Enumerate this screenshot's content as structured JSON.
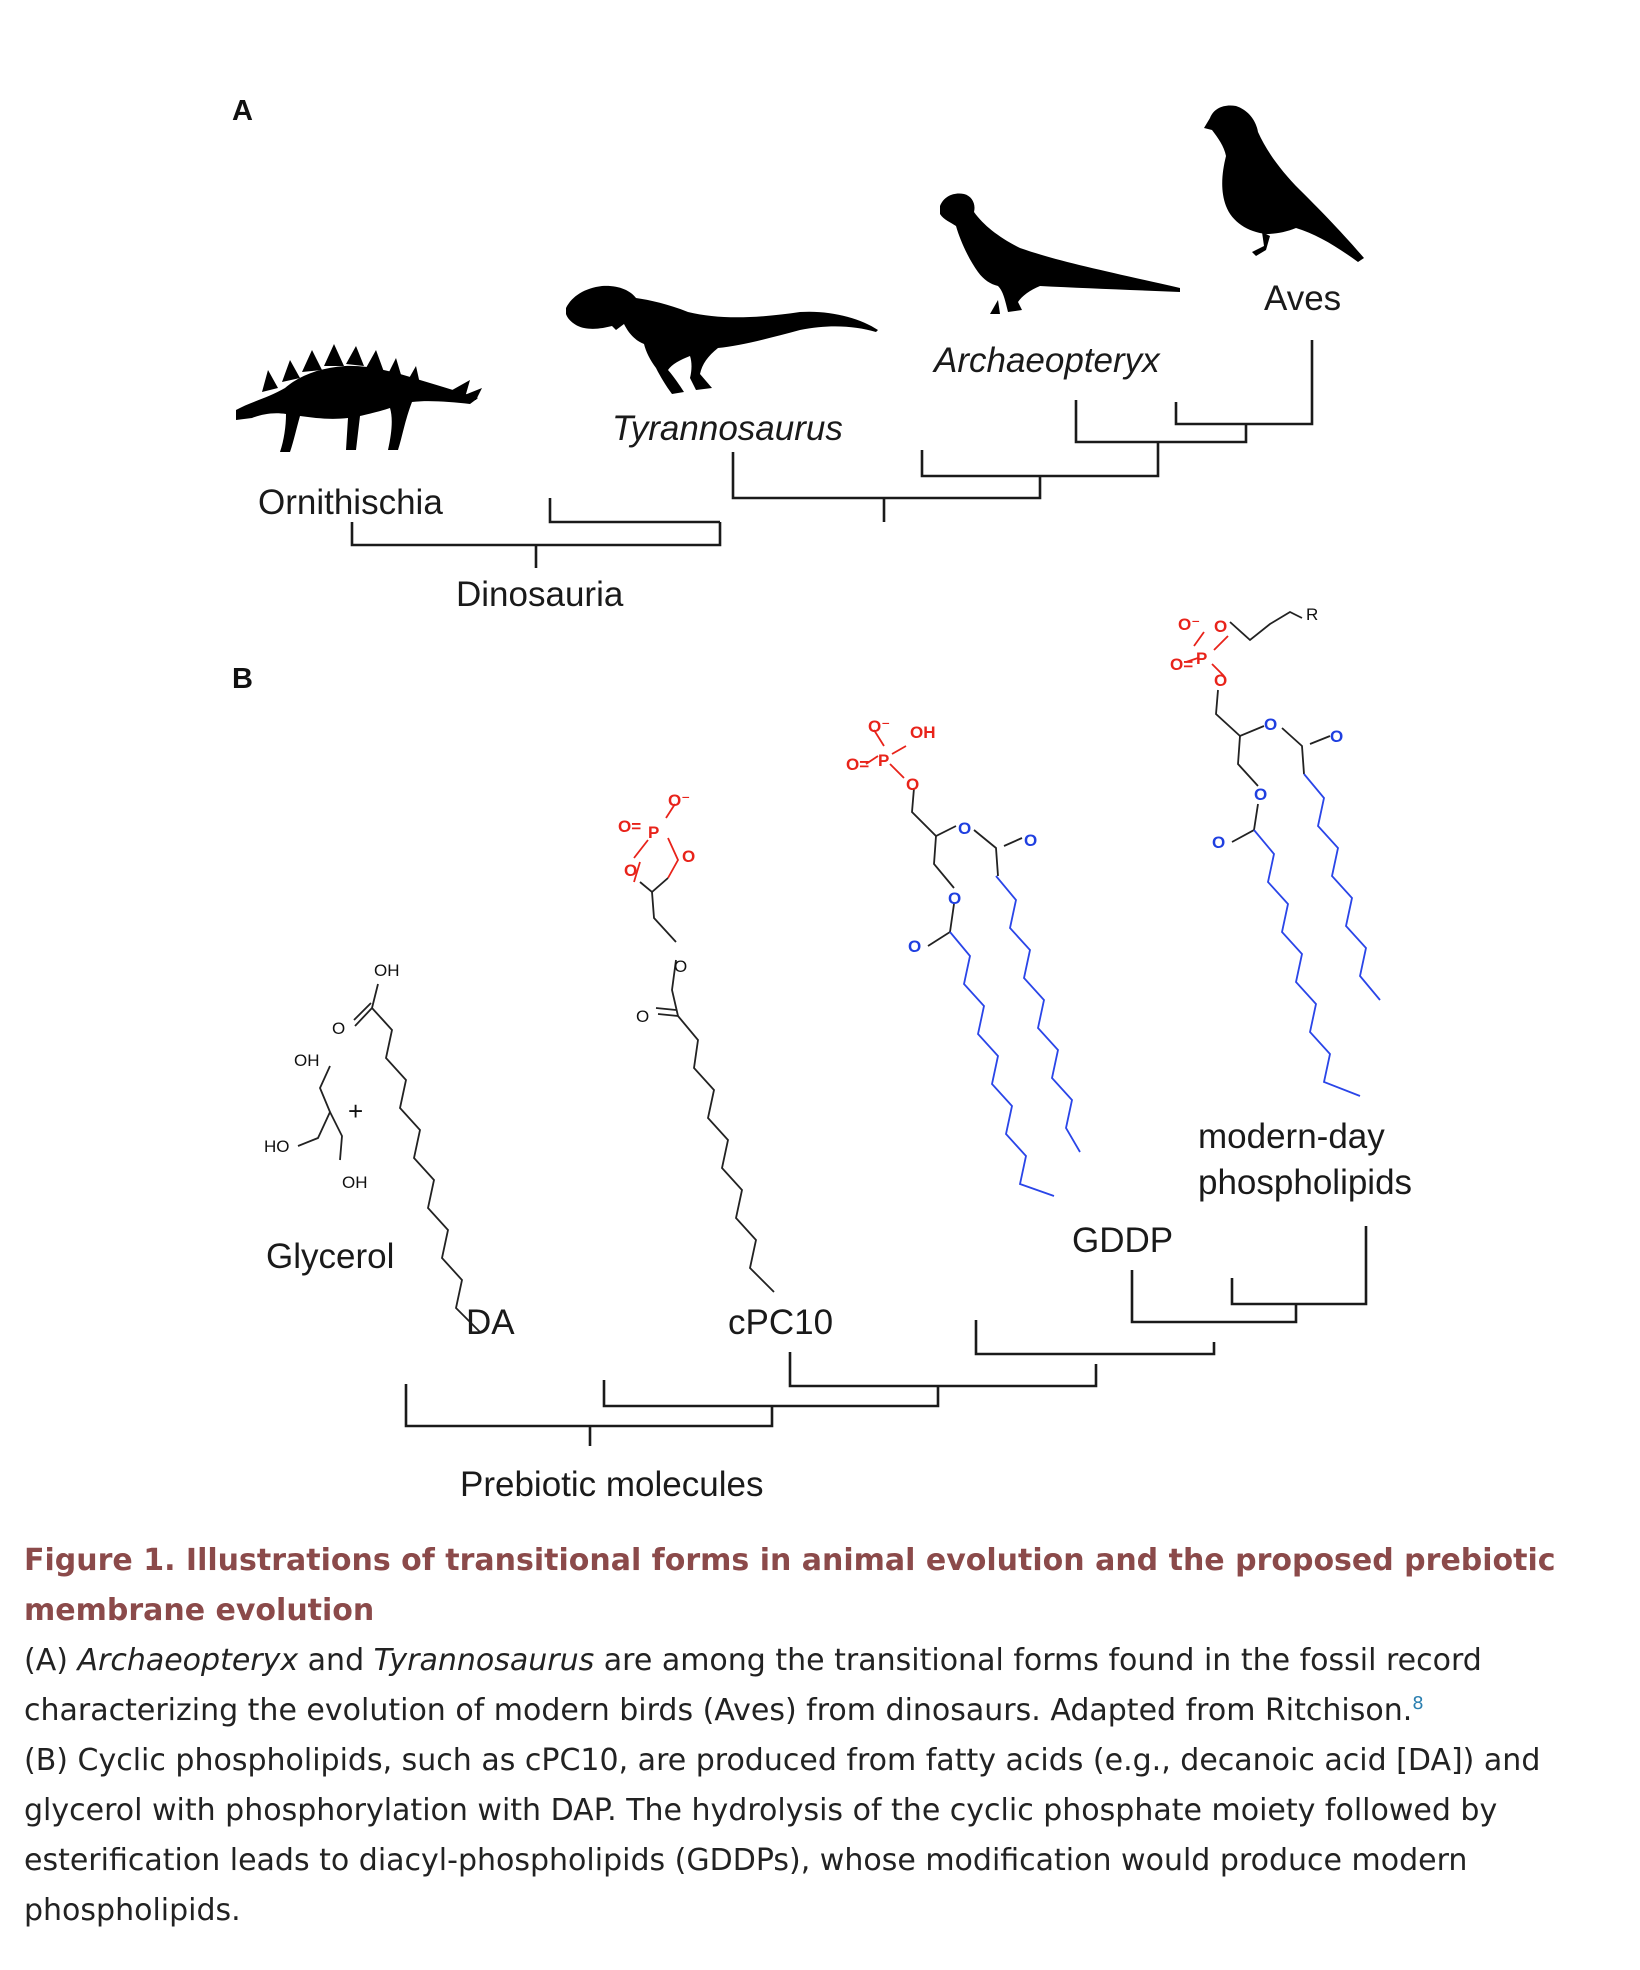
{
  "panel_a": {
    "panel_label": "A",
    "labels": {
      "ornithischia": "Ornithischia",
      "tyrannosaurus": "Tyrannosaurus",
      "archaeopteryx": "Archaeopteryx",
      "aves": "Aves",
      "dinosauria": "Dinosauria"
    },
    "silhouettes": [
      "stegosaurus-silhouette",
      "tyrannosaurus-silhouette",
      "archaeopteryx-silhouette",
      "bird-silhouette"
    ]
  },
  "panel_b": {
    "panel_label": "B",
    "labels": {
      "glycerol": "Glycerol",
      "da": "DA",
      "cpc10": "cPC10",
      "gddp": "GDDP",
      "modern_1": "modern-day",
      "modern_2": "phospholipids",
      "prebiotic": "Prebiotic molecules"
    },
    "atoms": {
      "oh": "OH",
      "ho": "HO",
      "o": "O",
      "o_eq": "O=",
      "p": "P",
      "o_minus": "O⁻",
      "r": "R",
      "plus": "+"
    },
    "colors": {
      "phosphate": "#e8231a",
      "acyl": "#1f3fe0"
    }
  },
  "caption": {
    "title": "Figure 1.  Illustrations of transitional forms in animal evolution and the proposed prebiotic membrane evolution",
    "line_a_prefix": "(A) ",
    "line_a_arch": "Archaeopteryx",
    "line_a_and": " and ",
    "line_a_tyr": "Tyrannosaurus",
    "line_a_rest": " are among the transitional forms found in the fossil record characterizing the evolution of modern birds (Aves) from dinosaurs. Adapted from Ritchison.",
    "line_a_ref": "8",
    "line_b": "(B) Cyclic phospholipids, such as cPC10, are produced from fatty acids (e.g., decanoic acid [DA]) and glycerol with phosphorylation with DAP. The hydrolysis of the cyclic phosphate moiety followed by esterification leads to diacyl-phospholipids (GDDPs), whose modification would produce modern phospholipids."
  }
}
